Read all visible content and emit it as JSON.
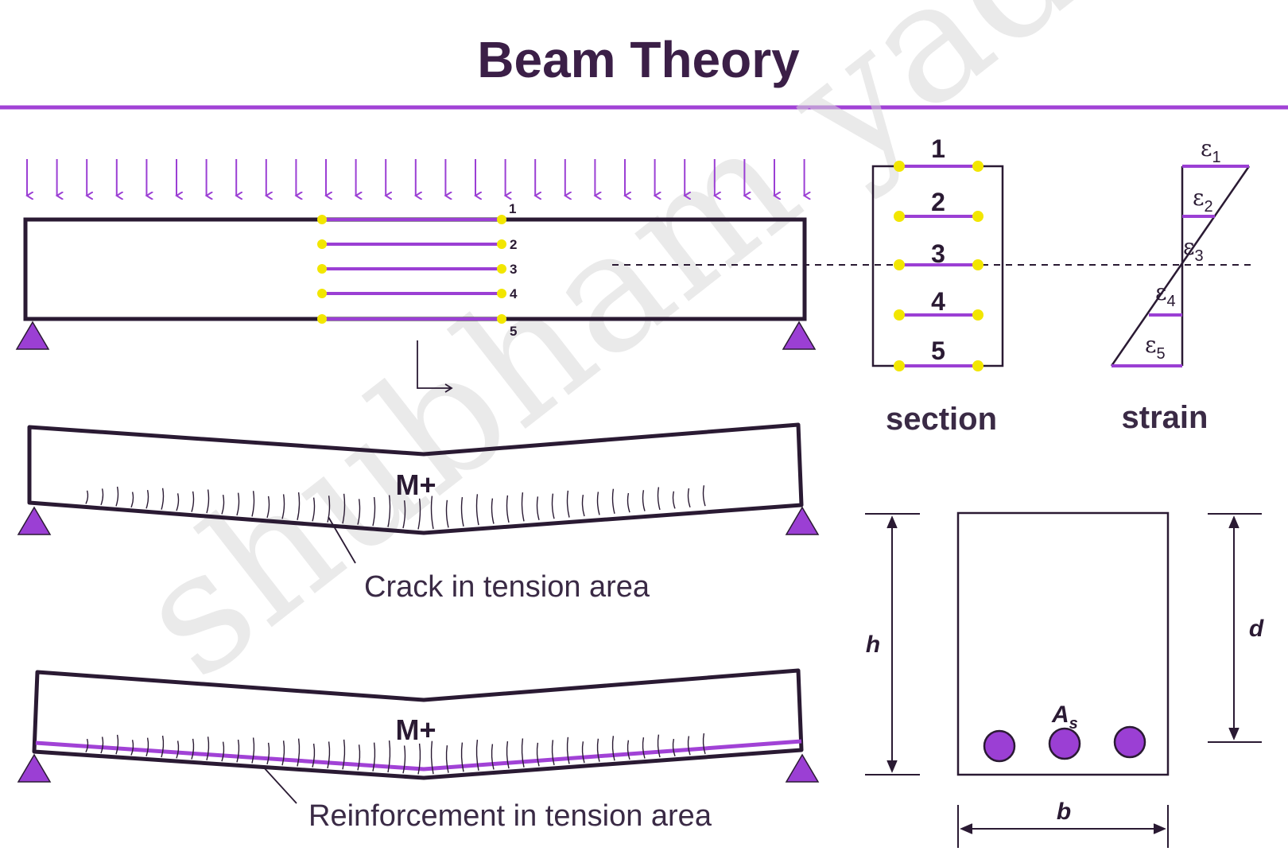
{
  "title": "Beam Theory",
  "layer_labels": [
    "1",
    "2",
    "3",
    "4",
    "5"
  ],
  "section_label": "section",
  "strain_label": "strain",
  "strain_labels": [
    {
      "base": "ε",
      "sub": "1"
    },
    {
      "base": "ε",
      "sub": "2"
    },
    {
      "base": "ε",
      "sub": "3"
    },
    {
      "base": "ε",
      "sub": "4"
    },
    {
      "base": "ε",
      "sub": "5"
    }
  ],
  "moment_label": "M+",
  "crack_caption": "Crack in tension area",
  "reinforcement_caption": "Reinforcement in tension area",
  "cross_section": {
    "height_label": "h",
    "effective_depth_label": "d",
    "width_label": "b",
    "steel_label": {
      "base": "A",
      "sub": "s"
    }
  },
  "watermark": "shubham yadav",
  "colors": {
    "accent": "#9b3fd4",
    "outline": "#2a1a33",
    "node": "#f2e600",
    "title": "#3b1f47"
  }
}
